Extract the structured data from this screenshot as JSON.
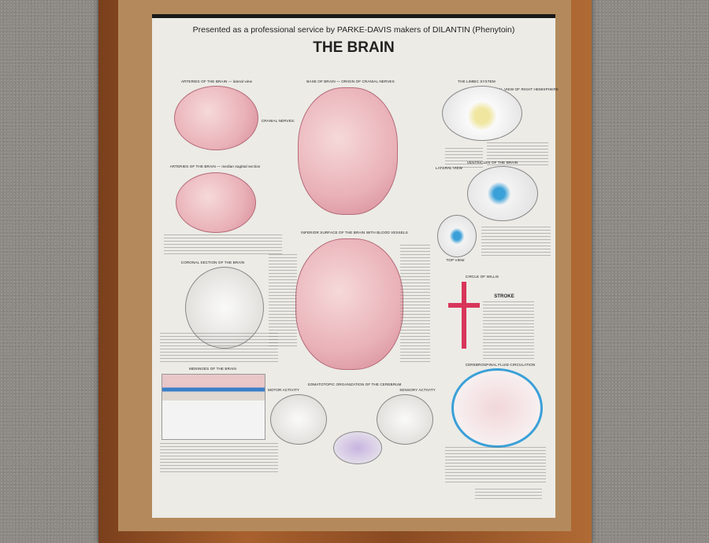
{
  "poster": {
    "presented_by": "Presented as a professional service by PARKE-DAVIS makers of DILANTIN (Phenytoin)",
    "title": "THE BRAIN",
    "sections": {
      "arteries_lateral": "ARTERIES OF THE BRAIN — lateral view",
      "base_of_brain": "BASE OF BRAIN — ORIGIN OF CRANIAL NERVES",
      "limbic": "THE LIMBIC SYSTEM",
      "medial_view": "MEDIAL VIEW OF RIGHT HEMISPHERE",
      "arteries_sagittal": "ARTERIES OF THE BRAIN — median sagittal section",
      "ventricles": "VENTRICLES OF THE BRAIN",
      "lateral_view": "LATERAL VIEW",
      "top_view": "TOP VIEW",
      "inferior_surface": "INFERIOR SURFACE OF THE BRAIN WITH BLOOD VESSELS",
      "coronal": "CORONAL SECTION OF THE BRAIN",
      "circle_of_willis": "CIRCLE OF WILLIS",
      "stroke": "STROKE",
      "meninges": "MENINGES OF THE BRAIN",
      "somatotopic": "SOMATOTOPIC ORGANIZATION OF THE CEREBRUM",
      "motor": "MOTOR ACTIVITY",
      "sensory": "SENSORY ACTIVITY",
      "csf": "CEREBROSPINAL FLUID CIRCULATION",
      "cranial_nerves": "CRANIAL NERVES:"
    }
  },
  "colors": {
    "poster": "#ecebe6",
    "frame": "#9a5628",
    "mat": "#b48a5c",
    "artery": "#d8355a",
    "ventricle": "#3aa0d8"
  }
}
